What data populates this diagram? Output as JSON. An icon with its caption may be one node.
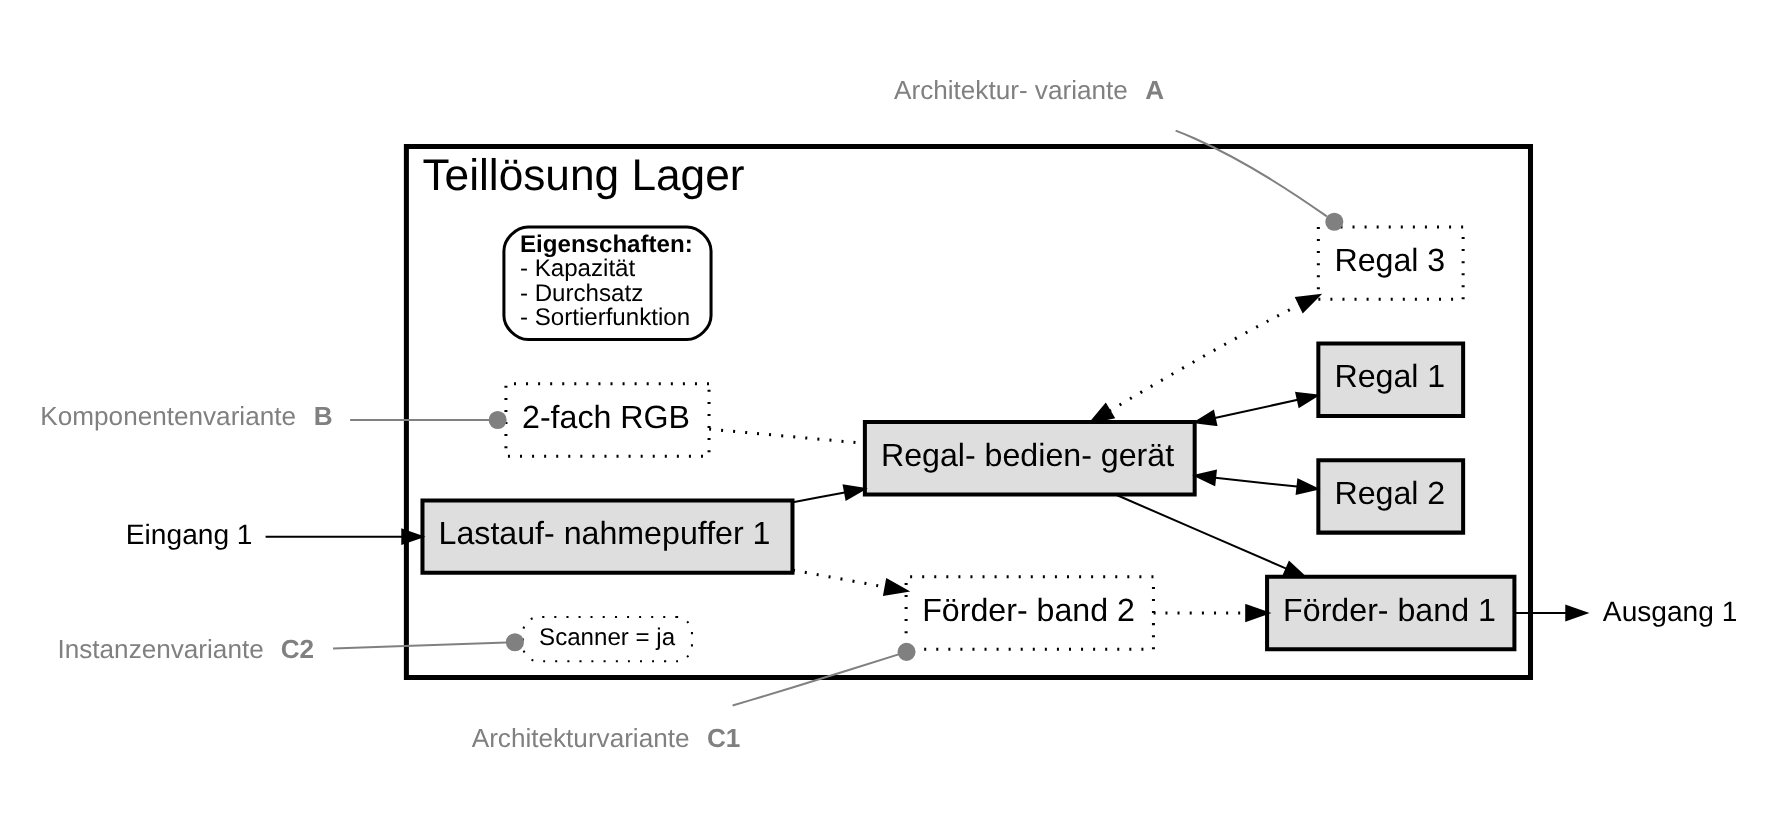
{
  "diagram": {
    "nodes": [
      {
        "text": [
          "Teillösung Lager"
        ]
      },
      {
        "text": [
          "Eigenschaften:",
          "- Kapazität",
          "- Durchsatz",
          "- Sortierfunktion"
        ],
        "in": 0
      },
      {
        "text": [
          "2-fach RGB"
        ],
        "in": 0
      },
      {
        "text": [
          "Regal 3"
        ],
        "in": 0
      },
      {
        "text": [
          "Regal- bedien- gerät"
        ],
        "in": 0
      },
      {
        "text": [
          "Regal 1"
        ],
        "in": 0
      },
      {
        "text": [
          "Regal 2"
        ],
        "in": 0
      },
      {
        "text": [
          "Lastauf- nahmepuffer 1"
        ],
        "in": 0
      },
      {
        "text": [
          "Scanner = ja"
        ],
        "in": 0
      },
      {
        "text": [
          "Förder- band 2"
        ],
        "in": 0
      },
      {
        "text": [
          "Förder- band 1"
        ],
        "in": 0
      },
      {
        "text": [
          "Eingang 1"
        ]
      },
      {
        "text": [
          "Ausgang 1"
        ]
      },
      {
        "text": [
          "Komponentenvariante **B**"
        ]
      },
      {
        "text": [
          "Architektur- variante **A**"
        ]
      },
      {
        "text": [
          "Instanzenvariante **C2**"
        ]
      },
      {
        "text": [
          "Architekturvariante **C1**"
        ]
      }
    ],
    "edges": [
      {
        "from": 11,
        "to": 7,
        "arrow": "to"
      },
      {
        "from": 7,
        "to": 4,
        "arrow": "to"
      },
      {
        "from": 7,
        "to": 9,
        "arrow": "to",
        "style": "dashed"
      },
      {
        "from": 9,
        "to": 10,
        "arrow": "to",
        "style": "dashed"
      },
      {
        "from": 2,
        "to": 4,
        "arrow": "none",
        "style": "dashed"
      },
      {
        "from": 4,
        "to": 3,
        "arrow": "both",
        "style": "dashed"
      },
      {
        "from": 4,
        "to": 5,
        "arrow": "both"
      },
      {
        "from": 4,
        "to": 6,
        "arrow": "both"
      },
      {
        "from": 4,
        "to": 10,
        "arrow": "to"
      },
      {
        "from": 10,
        "to": 12,
        "arrow": "to"
      },
      {
        "from": 13,
        "to": 2,
        "arrow": "other",
        "color": "#808080"
      },
      {
        "from": 14,
        "to": 3,
        "arrow": "other",
        "color": "#808080"
      },
      {
        "from": 15,
        "to": 8,
        "arrow": "other",
        "color": "#808080"
      },
      {
        "from": 16,
        "to": 9,
        "arrow": "other",
        "color": "#808080"
      }
    ]
  }
}
